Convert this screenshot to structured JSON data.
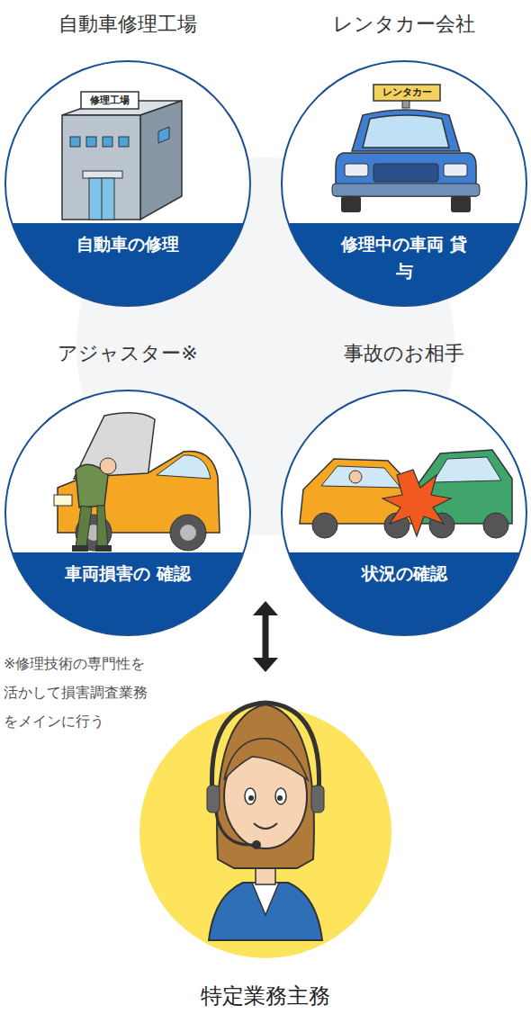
{
  "diagram": {
    "nodes": [
      {
        "text": [
          "自動車修理工場",
          "自動車の修理"
        ]
      },
      {
        "text": [
          "レンタカー会社",
          "修理中の車両 貸与"
        ]
      },
      {
        "text": [
          "アジャスター※",
          "車両損害の 確認"
        ]
      },
      {
        "text": [
          "事故のお相手",
          "状況の確認"
        ]
      },
      {
        "text": [
          "特定業務主務"
        ]
      }
    ],
    "edges": [
      {
        "from": 4,
        "to": 3,
        "arrow": "both"
      }
    ],
    "labels": [
      "修理工場",
      "レンタカー",
      "※修理技術の専門性を活かして損害調査業務をメインに行う"
    ]
  }
}
